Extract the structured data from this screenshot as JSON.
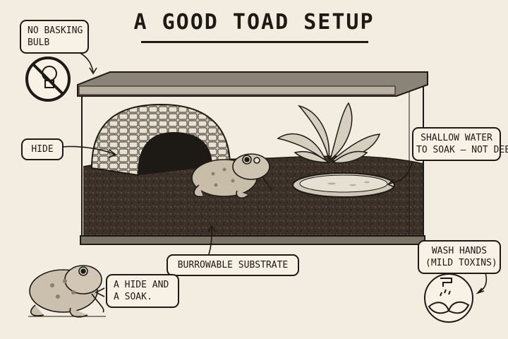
{
  "title": "A GOOD TOAD SETUP",
  "callouts": {
    "no_basking_bulb": [
      "NO BASKING",
      "BULB"
    ],
    "hide": "HIDE",
    "shallow_water": [
      "SHALLOW WATER",
      "TO SOAK — NOT DEEP"
    ],
    "burrowable_substrate": "BURROWABLE SUBSTRATE",
    "hide_and_soak": [
      "A HIDE AND",
      "A SOAK."
    ],
    "wash_hands": [
      "WASH HANDS",
      "(MILD TOXINS)"
    ]
  },
  "icons": {
    "no_bulb": "no-bulb-icon",
    "wash_hands": "wash-hands-icon"
  },
  "colors": {
    "background": "#f3ece0",
    "ink": "#1d1a16",
    "substrate": "#3b3128",
    "water": "#e6e0d2"
  }
}
